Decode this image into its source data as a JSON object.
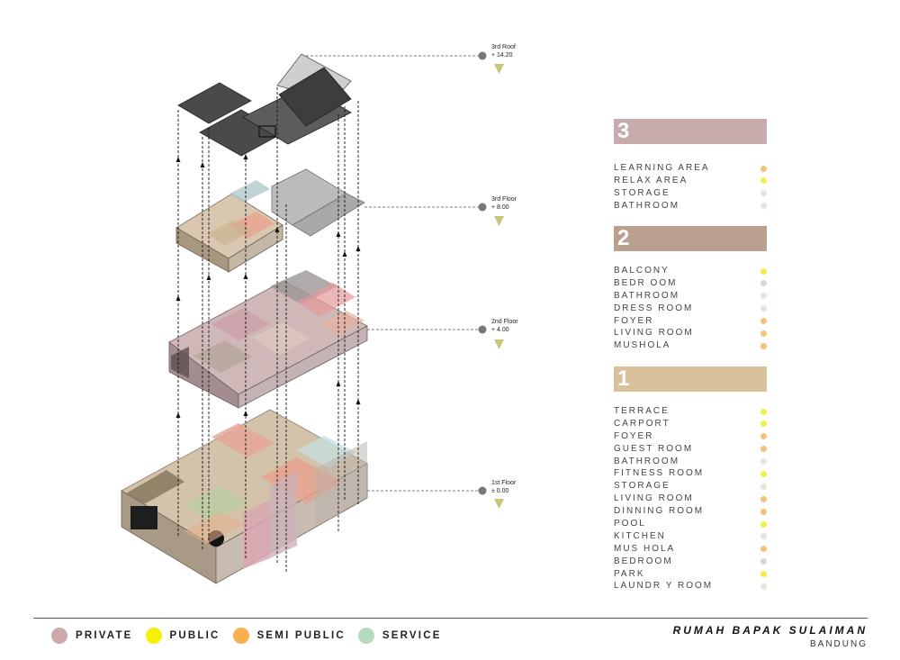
{
  "levels": [
    {
      "name": "3rd Roof",
      "elev": "+ 14.20"
    },
    {
      "name": "3rd Floor",
      "elev": "+ 8.00"
    },
    {
      "name": "2nd Floor",
      "elev": "+ 4.00"
    },
    {
      "name": "1st Floor",
      "elev": "± 0.00"
    }
  ],
  "sections": [
    {
      "number": "3",
      "color": "#c8abad",
      "items": [
        {
          "label": "LEARNING AREA",
          "dot": "#f5c07a"
        },
        {
          "label": "RELAX AREA",
          "dot": "#f2ee4a"
        },
        {
          "label": "STORAGE",
          "dot": "#dcebd9"
        },
        {
          "label": "BATHROOM",
          "dot": "#dcebd9"
        }
      ]
    },
    {
      "number": "2",
      "color": "#b9a08f",
      "items": [
        {
          "label": "BALCONY",
          "dot": "#f2ee4a"
        },
        {
          "label": "BEDR OOM",
          "dot": "#e0d4d6"
        },
        {
          "label": "BATHROOM",
          "dot": "#dcebd9"
        },
        {
          "label": "DRESS ROOM",
          "dot": "#dcebd9"
        },
        {
          "label": "FOYER",
          "dot": "#f5c07a"
        },
        {
          "label": "LIVING ROOM",
          "dot": "#f5c07a"
        },
        {
          "label": "MUSHOLA",
          "dot": "#f5c07a"
        }
      ]
    },
    {
      "number": "1",
      "color": "#d7c19b",
      "items": [
        {
          "label": "TERRACE",
          "dot": "#f2ee4a"
        },
        {
          "label": "CARPORT",
          "dot": "#f2ee4a"
        },
        {
          "label": "FOYER",
          "dot": "#f5c07a"
        },
        {
          "label": "GUEST ROOM",
          "dot": "#f5c07a"
        },
        {
          "label": "BATHROOM",
          "dot": "#dcebd9"
        },
        {
          "label": "FITNESS ROOM",
          "dot": "#f2ee4a"
        },
        {
          "label": "STORAGE",
          "dot": "#dcebd9"
        },
        {
          "label": "LIVING ROOM",
          "dot": "#f5c07a"
        },
        {
          "label": "DINNING ROOM",
          "dot": "#f5c07a"
        },
        {
          "label": "POOL",
          "dot": "#f2ee4a"
        },
        {
          "label": "KITCHEN",
          "dot": "#dcebd9"
        },
        {
          "label": "MUS HOLA",
          "dot": "#f5c07a"
        },
        {
          "label": "BEDROOM",
          "dot": "#e0d4d6"
        },
        {
          "label": "PARK",
          "dot": "#f2ee4a"
        },
        {
          "label": "LAUNDR Y ROOM",
          "dot": "#dcebd9"
        }
      ]
    }
  ],
  "legend": [
    {
      "label": "PRIVATE",
      "color": "#c9a9ac"
    },
    {
      "label": "PUBLIC",
      "color": "#f7f000"
    },
    {
      "label": "SEMI PUBLIC",
      "color": "#f7b04d"
    },
    {
      "label": "SERVICE",
      "color": "#b3dcbc"
    }
  ],
  "project": {
    "title": "RUMAH BAPAK SULAIMAN",
    "location": "BANDUNG"
  }
}
